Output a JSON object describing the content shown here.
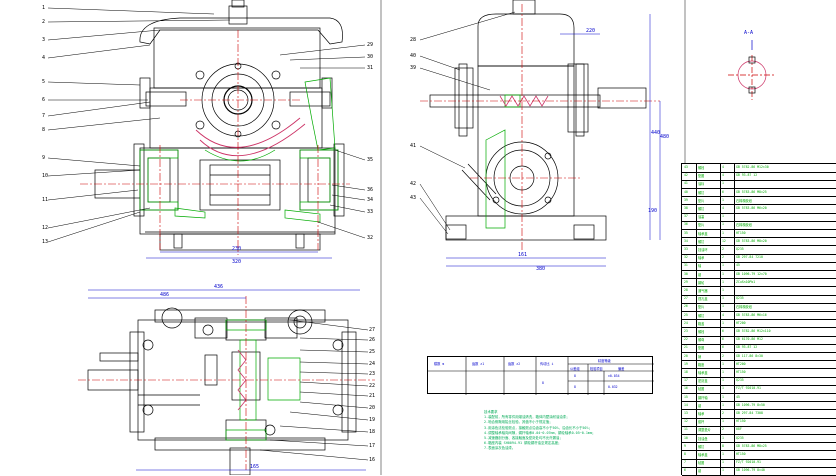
{
  "colors": {
    "outline": "#000000",
    "dimension": "#0000cc",
    "centerline": "#cc0000",
    "hatch_green": "#00aa00",
    "gear_pink": "#cc3366",
    "frame": "#666666"
  },
  "front_view": {
    "callouts_left": [
      "1",
      "2",
      "3",
      "4",
      "5",
      "6",
      "7",
      "8",
      "9",
      "10",
      "11",
      "12",
      "13"
    ],
    "callouts_right": [
      "29",
      "30",
      "31",
      "35",
      "36",
      "34",
      "33",
      "32"
    ],
    "dims": [
      "230",
      "320"
    ]
  },
  "side_view": {
    "callouts_left": [
      "28",
      "40",
      "39",
      "41",
      "42",
      "43"
    ],
    "dims": [
      "220",
      "440",
      "480",
      "380",
      "190",
      "161"
    ]
  },
  "top_view": {
    "callouts_right": [
      "27",
      "26",
      "25",
      "24",
      "23",
      "22",
      "21",
      "20",
      "19",
      "18",
      "17",
      "16"
    ],
    "dims": [
      "436",
      "486",
      "165"
    ]
  },
  "detail_view": {
    "label": "A-A"
  },
  "param_table": {
    "cells": [
      "模数 m",
      "齿数 z1",
      "齿数 z2",
      "传动比 i",
      "精度等级",
      "8",
      "公差组",
      "检验项目",
      "偏差",
      "8",
      "±0.034",
      "8",
      "0.032"
    ]
  },
  "parts_table": {
    "rows": [
      [
        "43",
        "螺栓",
        "4",
        "GB 5782-86 M12×30"
      ],
      [
        "42",
        "垫圈",
        "4",
        "GB 93-87 12"
      ],
      [
        "41",
        "油标",
        "1",
        ""
      ],
      [
        "40",
        "螺钉",
        "6",
        "GB 5783-86 M8×25"
      ],
      [
        "39",
        "垫片",
        "1",
        "石棉橡胶纸"
      ],
      [
        "38",
        "螺钉",
        "4",
        "GB 5783-86 M6×20"
      ],
      [
        "37",
        "油塞",
        "1",
        ""
      ],
      [
        "36",
        "垫片",
        "1",
        "石棉橡胶纸"
      ],
      [
        "35",
        "轴承盖",
        "1",
        "HT150"
      ],
      [
        "34",
        "螺钉",
        "12",
        "GB 5783-86 M8×20"
      ],
      [
        "33",
        "挡油环",
        "2",
        "Q235"
      ],
      [
        "32",
        "轴承",
        "2",
        "GB 297-84 7210"
      ],
      [
        "31",
        "轴",
        "1",
        "45"
      ],
      [
        "30",
        "键",
        "1",
        "GB 1096-79 12×70"
      ],
      [
        "29",
        "蜗轮",
        "1",
        "ZCuSn10Pb1"
      ],
      [
        "28",
        "通气器",
        "1",
        ""
      ],
      [
        "27",
        "视孔盖",
        "1",
        "Q235"
      ],
      [
        "26",
        "垫片",
        "1",
        "石棉橡胶纸"
      ],
      [
        "25",
        "螺钉",
        "4",
        "GB 5783-86 M6×16"
      ],
      [
        "24",
        "箱盖",
        "1",
        "HT200"
      ],
      [
        "23",
        "螺栓",
        "6",
        "GB 5782-86 M12×110"
      ],
      [
        "22",
        "螺母",
        "6",
        "GB 6170-86 M12"
      ],
      [
        "21",
        "垫圈",
        "6",
        "GB 93-87 12"
      ],
      [
        "20",
        "销",
        "2",
        "GB 117-86 8×30"
      ],
      [
        "19",
        "箱座",
        "1",
        "HT200"
      ],
      [
        "18",
        "轴承盖",
        "1",
        "HT150"
      ],
      [
        "17",
        "密封盖",
        "1",
        "Q235"
      ],
      [
        "16",
        "毡圈",
        "1",
        "FZ/T 92010-91"
      ],
      [
        "15",
        "蜗杆轴",
        "1",
        "45"
      ],
      [
        "14",
        "键",
        "1",
        "GB 1096-79 8×50"
      ],
      [
        "13",
        "轴承",
        "2",
        "GB 297-84 7308"
      ],
      [
        "12",
        "套杯",
        "1",
        "HT150"
      ],
      [
        "11",
        "调整垫片",
        "2",
        "08F"
      ],
      [
        "10",
        "挡油盘",
        "1",
        "Q235"
      ],
      [
        "9",
        "螺钉",
        "8",
        "GB 5783-86 M8×25"
      ],
      [
        "8",
        "轴承盖",
        "1",
        "HT150"
      ],
      [
        "7",
        "毡圈",
        "1",
        "FZ/T 92010-91"
      ],
      [
        "6",
        "键",
        "1",
        "GB 1096-79 8×40"
      ]
    ]
  },
  "notes": {
    "title": "技术要求",
    "lines": [
      "1.装配前，所有零件用煤油清洗，箱体内壁涂耐油油漆；",
      "2.啮合侧隙用铅丝检验，其值不小于规定值；",
      "3.用涂色法检验斑点，接触斑点沿齿高不小于50%，沿齿长不小于50%；",
      "4.调整轴承轴向间隙，蜗杆轴承0.04~0.07mm，蜗轮轴承0.05~0.1mm；",
      "5.减速器剖分面、各接触面及密封处均不允许漏油；",
      "6.箱座内装 SH0094-91 蜗轮蜗杆油至规定高度；",
      "7.表面涂灰色油漆。"
    ]
  }
}
